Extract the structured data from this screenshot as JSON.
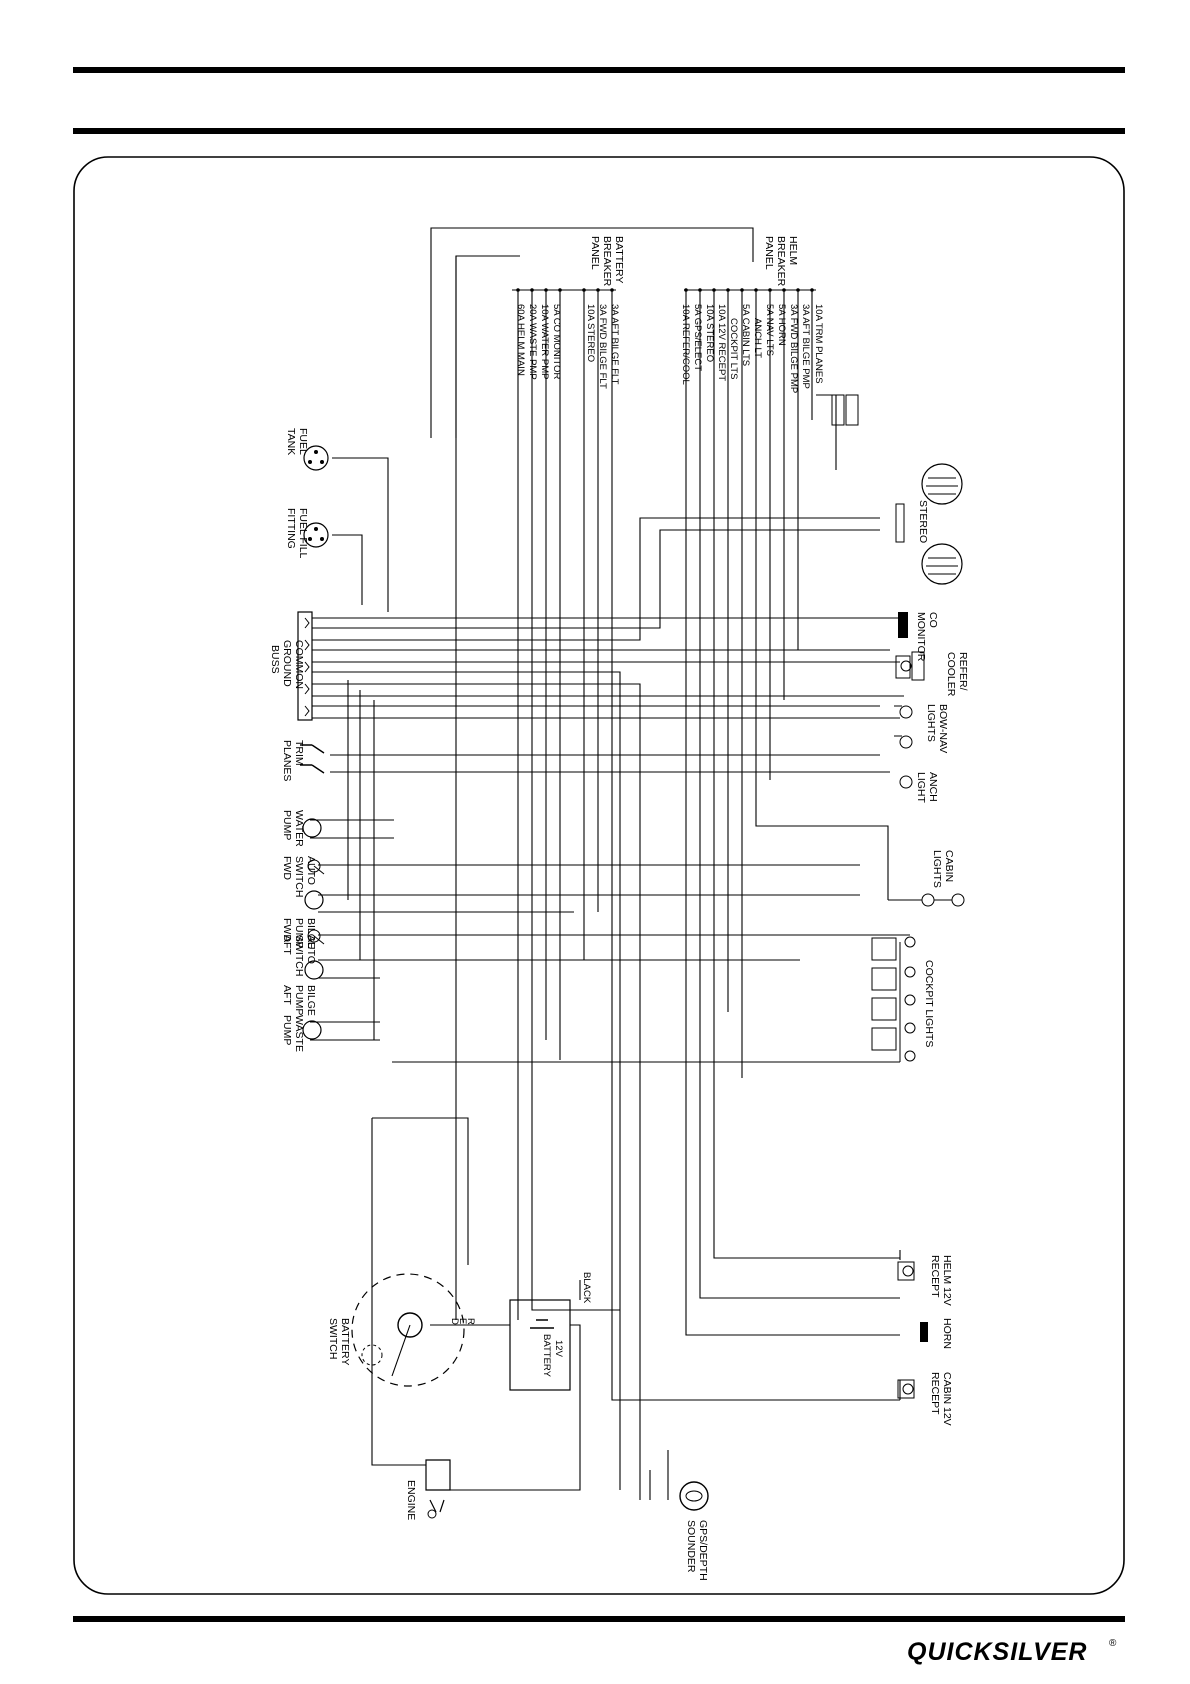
{
  "brand": {
    "name": "QUICKSILVER",
    "mark": "®"
  },
  "diagram": {
    "battery_breaker_panel": {
      "title": [
        "BATTERY",
        "BREAKER",
        "PANEL"
      ],
      "breakers": [
        "3A AFT BILGE FLT",
        "3A FWD BILGE FLT",
        "10A STEREO",
        "5A CO MONITOR",
        "10A WATER PMP",
        "20A WASTE PMP",
        "60A HELM MAIN"
      ]
    },
    "helm_breaker_panel": {
      "title": [
        "HELM",
        "BREAKER",
        "PANEL"
      ],
      "breakers": [
        "10A TRM PLANES",
        "3A AFT BILGE PMP",
        "3A FWD BILGE PMP",
        "5A HORN",
        "5A NAV LTS",
        "ANCH LT",
        "5A CABIN LTS",
        "COCKPIT LTS",
        "10A 12V RECEPT",
        "10A STEREO",
        "5A GPS/ELECT",
        "10A REFER/COOL"
      ]
    },
    "components": {
      "fuel_tank": [
        "FUEL",
        "TANK"
      ],
      "fuel_fill": [
        "FUEL FILL",
        "FITTING"
      ],
      "ground_buss": [
        "COMMON",
        "GROUND",
        "BUSS"
      ],
      "trim_planes": [
        "TRIM",
        "PLANES"
      ],
      "water_pump": [
        "WATER",
        "PUMP"
      ],
      "auto_switch_fwd": [
        "AUTO",
        "SWITCH",
        "FWD"
      ],
      "bilge_pump_fwd": [
        "BILGE",
        "PUMP",
        "FWD"
      ],
      "auto_switch_aft": [
        "AUTO",
        "SWITCH",
        "AFT"
      ],
      "bilge_pump_aft": [
        "BILGE",
        "PUMP",
        "AFT"
      ],
      "waste_pump": [
        "WASTE",
        "PUMP"
      ],
      "stereo": "STEREO",
      "co_monitor": [
        "CO",
        "MONITOR"
      ],
      "refer_cooler": [
        "REFER/",
        "COOLER"
      ],
      "bow_nav_lights": [
        "BOW-NAV",
        "LIGHTS"
      ],
      "anch_light": [
        "ANCH",
        "LIGHT"
      ],
      "cabin_lights": [
        "CABIN",
        "LIGHTS"
      ],
      "cockpit_lights": "COCKPIT LIGHTS",
      "helm_receptacle": [
        "HELM 12V",
        "RECEPT"
      ],
      "horn": "HORN",
      "cabin_receptacle": [
        "CABIN 12V",
        "RECEPT"
      ],
      "battery_switch": [
        "BATTERY",
        "SWITCH"
      ],
      "battery": [
        "12V",
        "BATTERY"
      ],
      "black_wire": "BLACK",
      "red_wire": [
        "R",
        "E",
        "D"
      ],
      "engine": "ENGINE",
      "gps_sounder": [
        "GPS/DEPTH",
        "SOUNDER"
      ]
    }
  }
}
